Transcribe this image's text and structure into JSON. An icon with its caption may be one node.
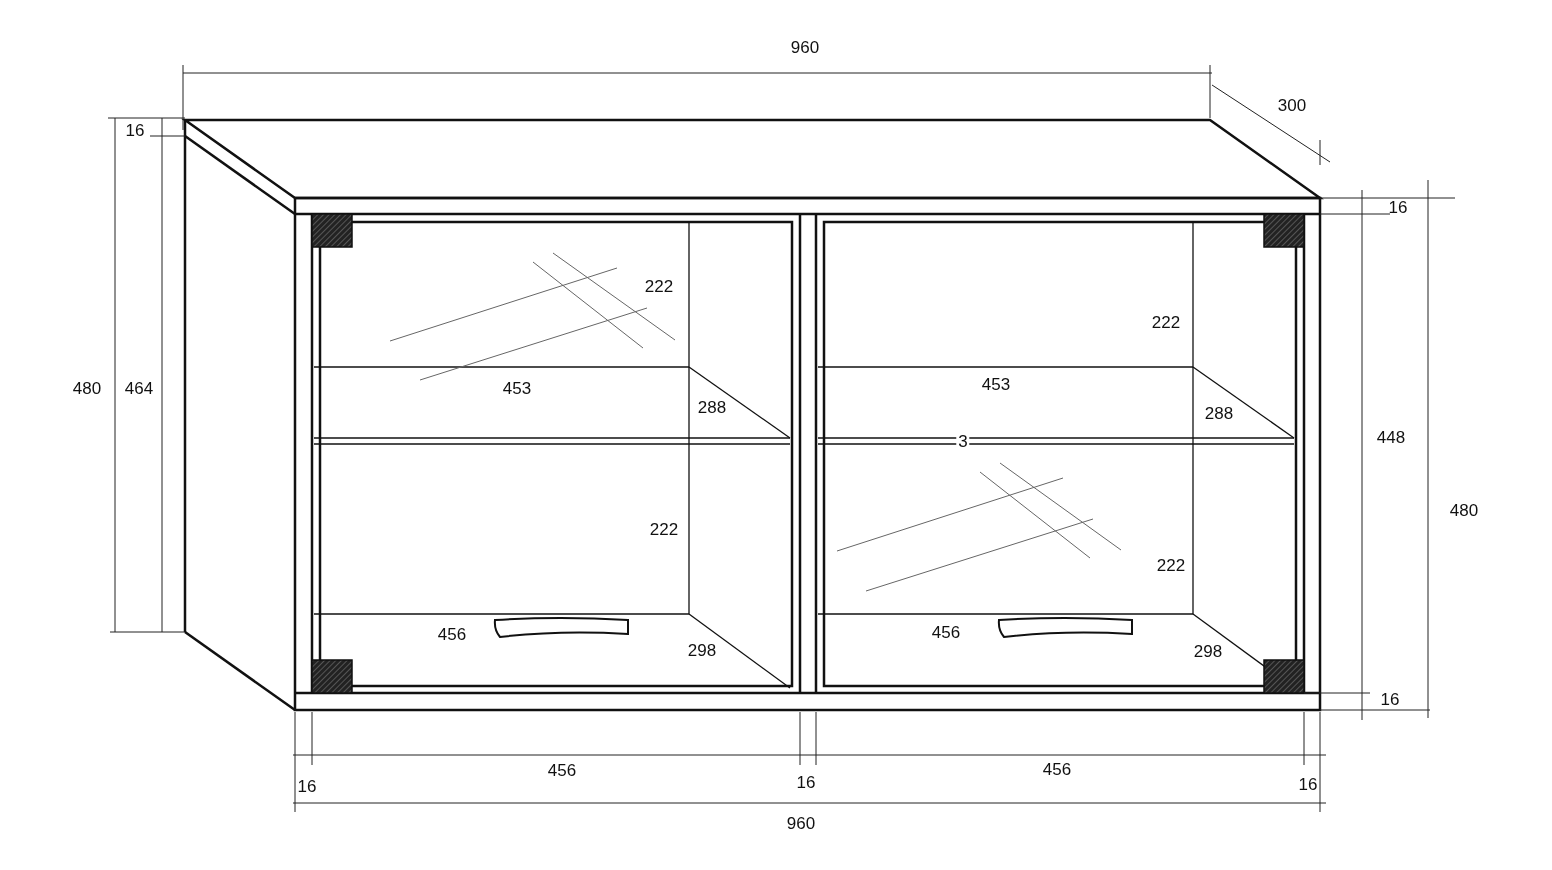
{
  "diagram": {
    "labels": [
      "960",
      "300",
      "16",
      "16",
      "222",
      "222",
      "480",
      "464",
      "453",
      "453",
      "288",
      "288",
      "3",
      "448",
      "480",
      "222",
      "222",
      "456",
      "456",
      "298",
      "298",
      "16",
      "456",
      "456",
      "16",
      "16",
      "16",
      "960"
    ]
  }
}
